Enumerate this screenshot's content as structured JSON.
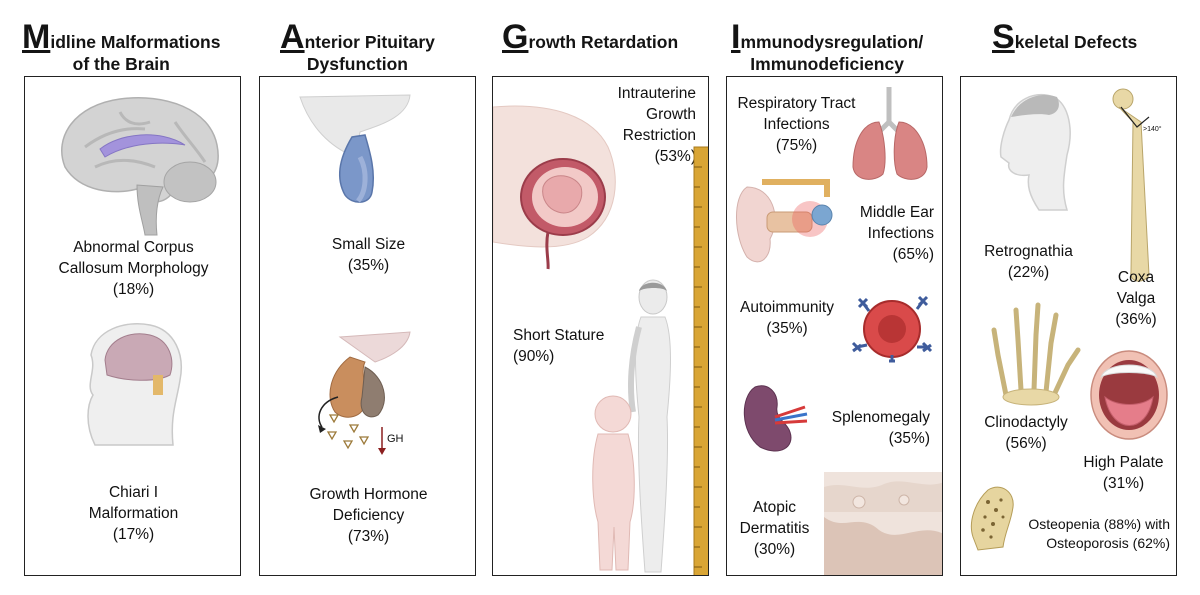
{
  "headers": [
    {
      "initial": "M",
      "line1": "idline Malformations",
      "line2": "of the Brain"
    },
    {
      "initial": "A",
      "line1": "nterior Pituitary",
      "line2": "Dysfunction"
    },
    {
      "initial": "G",
      "line1": "rowth Retardation",
      "line2": ""
    },
    {
      "initial": "I",
      "line1": "mmunodysregulation/",
      "line2": "Immunodeficiency"
    },
    {
      "initial": "S",
      "line1": "keletal Defects",
      "line2": ""
    }
  ],
  "brain": {
    "corpus": [
      "Abnormal Corpus",
      "Callosum Morphology",
      "(18%)"
    ],
    "chiari": [
      "Chiari I",
      "Malformation",
      "(17%)"
    ]
  },
  "pituitary": {
    "small": [
      "Small Size",
      "(35%)"
    ],
    "gh_label": "GH",
    "ghd": [
      "Growth Hormone",
      "Deficiency",
      "(73%)"
    ]
  },
  "growth": {
    "iugr": [
      "Intrauterine",
      "Growth",
      "Restriction",
      "(53%)"
    ],
    "short": [
      "Short Stature",
      "(90%)"
    ]
  },
  "immuno": {
    "resp": [
      "Respiratory Tract",
      "Infections",
      "(75%)"
    ],
    "ear": [
      "Middle Ear",
      "Infections",
      "(65%)"
    ],
    "auto": [
      "Autoimmunity",
      "(35%)"
    ],
    "spleen": [
      "Splenomegaly",
      "(35%)"
    ],
    "derm": [
      "Atopic",
      "Dermatitis",
      "(30%)"
    ]
  },
  "skeletal": {
    "retro": [
      "Retrognathia",
      "(22%)"
    ],
    "coxa": [
      "Coxa",
      "Valga",
      "(36%)"
    ],
    "femur_angle": ">140°",
    "clino": [
      "Clinodactyly",
      "(56%)"
    ],
    "palate": [
      "High Palate",
      "(31%)"
    ],
    "osteo": [
      "Osteopenia (88%) with",
      "Osteoporosis (62%)"
    ]
  },
  "colors": {
    "brain": "#c9c9c9",
    "corpus": "#9e8fd6",
    "pituitary_blue": "#7b97c9",
    "pituitary_brown": "#b98a64",
    "ruler": "#d9a535",
    "skin": "#f1d8d5",
    "lung": "#d98584",
    "spleen": "#7e4a6d",
    "bone": "#e8d8a6"
  }
}
